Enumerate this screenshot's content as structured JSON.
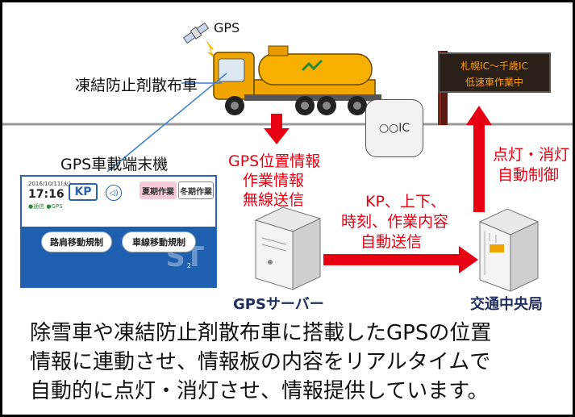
{
  "gps_label": "GPS",
  "truck_label": "凍結防止剤散布車",
  "terminal_label": "GPS車載端末機",
  "tablet": {
    "date": "2016/10/11(火)",
    "time": "17:16",
    "status": "●通信 ●GPS",
    "kp": "KP",
    "summer": "夏期作業",
    "winter": "冬期作業",
    "shoulder": "路肩移動規制",
    "lane": "車線移動規制",
    "logo": "ST",
    "page": "2"
  },
  "ic_label": "○○IC",
  "sign": {
    "line1": "札幌IC〜千歳IC",
    "line2": "低速車作業中"
  },
  "wireless_text": [
    "GPS位置情報",
    "作業情報",
    "無線送信"
  ],
  "auto_send_text": [
    "KP、上下、",
    "時刻、作業内容",
    "自動送信"
  ],
  "control_text": [
    "点灯・消灯",
    "自動制御"
  ],
  "server_label": "GPSサーバー",
  "center_label": "交通中央局",
  "caption": [
    "除雪車や凍結防止剤散布車に搭載したGPSの位置",
    "情報に連動させ、情報板の内容をリアルタイムで",
    "自動的に点灯・消灯させ、情報提供しています。"
  ],
  "colors": {
    "arrow": "#e60012",
    "label_red": "#e60012",
    "label_navy": "#1f2f5e",
    "truck": "#f0a500",
    "tablet_blue": "#1f5fb0",
    "sign_text": "#ff9a1a"
  }
}
